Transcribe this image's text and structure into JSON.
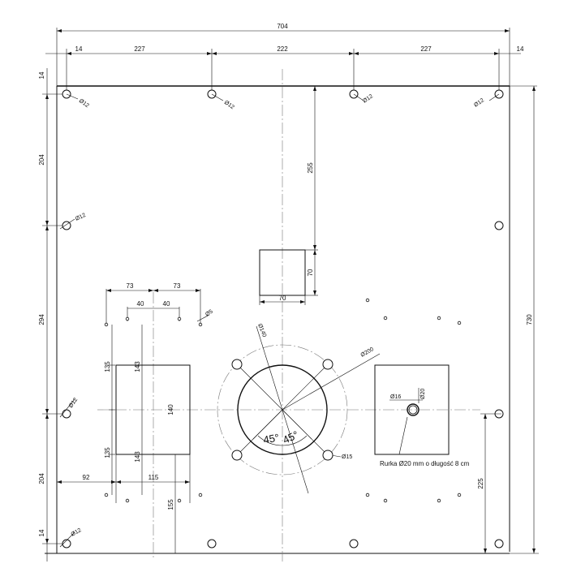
{
  "dims": {
    "overall_width": "704",
    "edge_left": "14",
    "span_1": "227",
    "span_2": "222",
    "span_3": "227",
    "edge_right": "14",
    "edge_top_left": "14",
    "left_204_top": "204",
    "left_294": "294",
    "left_204_bottom": "204",
    "edge_bottom_left": "14",
    "overall_height": "730",
    "slot_from_top": "255",
    "slot_width": "70",
    "slot_height": "70",
    "pad_73_left": "73",
    "pad_73_right": "73",
    "pad_40_left": "40",
    "pad_40_right": "40",
    "dia_5": "Ø5",
    "left_135_top": "135",
    "left_135_bottom": "135",
    "pad_143_top": "143",
    "pad_143_bottom": "143",
    "pad_140": "140",
    "pad_92": "92",
    "pad_115": "115",
    "pad_155": "155",
    "dia_140": "Ø140",
    "dia_200": "Ø200",
    "angle_left": "45°",
    "angle_right": "45°",
    "dia_15": "Ø15",
    "dia_16": "Ø16",
    "dia_20": "Ø20",
    "right_225": "225",
    "hole_top_1": "Ø12",
    "hole_top_2": "Ø12",
    "hole_top_3": "Ø12",
    "hole_top_4": "Ø12",
    "hole_left_1": "Ø12",
    "hole_left_2": "Ø12",
    "hole_left_3": "Ø12"
  },
  "note_tube": "Rurka Ø20 mm o długość 8 cm"
}
